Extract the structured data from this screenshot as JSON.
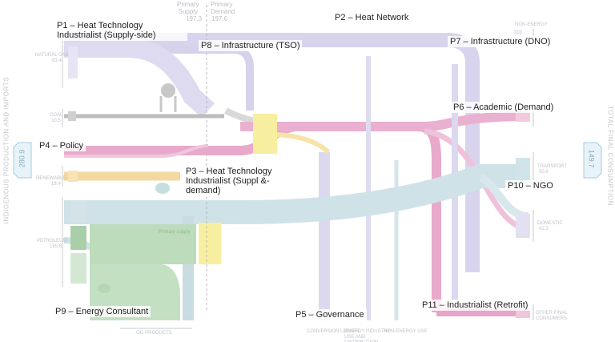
{
  "primary": {
    "supply_label": "Primary\nSupply",
    "supply_value": "197.3",
    "demand_label": "Primary\nDemand",
    "demand_value": "197.6"
  },
  "axes": {
    "left_title": "INDIGENOUS PRODUCTION AND IMPORTS",
    "left_value": "280.9",
    "right_title": "TOTAL FINAL CONSUMPTION",
    "right_value": "149.7"
  },
  "tiny_labels": {
    "natural_gas": "NATURAL GAS",
    "coal": "COAL",
    "renewable": "RENEWABLE",
    "petroleum": "PETROLEUM",
    "power_gen": "Primary supply",
    "nonenergy": "NON-ENERGY",
    "transport": "TRANSPORT",
    "domestic": "DOMESTIC",
    "other_final": "OTHER FINAL CONSUMERS",
    "losses": "CONVERSION LOSSES",
    "energy_industry": "ENERGY INDUSTRY USE AND DISTRIBUTION LOSSES",
    "exports": "NON-ENERGY USE",
    "oil_products": "OIL PRODUCTS",
    "gas_val": "83.4",
    "coal_val": "10.5",
    "renew_val": "18.4",
    "petrol_val": "155.8",
    "transport_val": "50.9",
    "domestic_val": "41.3"
  },
  "stakeholders": [
    {
      "id": "p1",
      "label": "P1 – Heat Technology Industrialist (Supply-side)"
    },
    {
      "id": "p2",
      "label": "P2 – Heat Network"
    },
    {
      "id": "p3",
      "label": "P3 – Heat Technology Industrialist (Suppl &-demand)"
    },
    {
      "id": "p4",
      "label": "P4 – Policy"
    },
    {
      "id": "p5",
      "label": "P5 – Governance"
    },
    {
      "id": "p6",
      "label": "P6 – Academic (Demand)"
    },
    {
      "id": "p7",
      "label": "P7 – Infrastructure (DNO)"
    },
    {
      "id": "p8",
      "label": "P8 – Infrastructure (TSO)"
    },
    {
      "id": "p9",
      "label": "P9 – Energy Consultant"
    },
    {
      "id": "p10",
      "label": "P10 – NGO"
    },
    {
      "id": "p11",
      "label": "P11 – Industrialist (Retrofit)"
    }
  ],
  "colors": {
    "gas": "#cfcbe6",
    "coal": "#b7b7b7",
    "electricity": "#e6a2c7",
    "renewable": "#f2dba6",
    "petroleum": "#c9dde3",
    "power_green": "#b9dcb9",
    "yellow": "#f6ee9e",
    "grid": "#a8c8dc"
  }
}
